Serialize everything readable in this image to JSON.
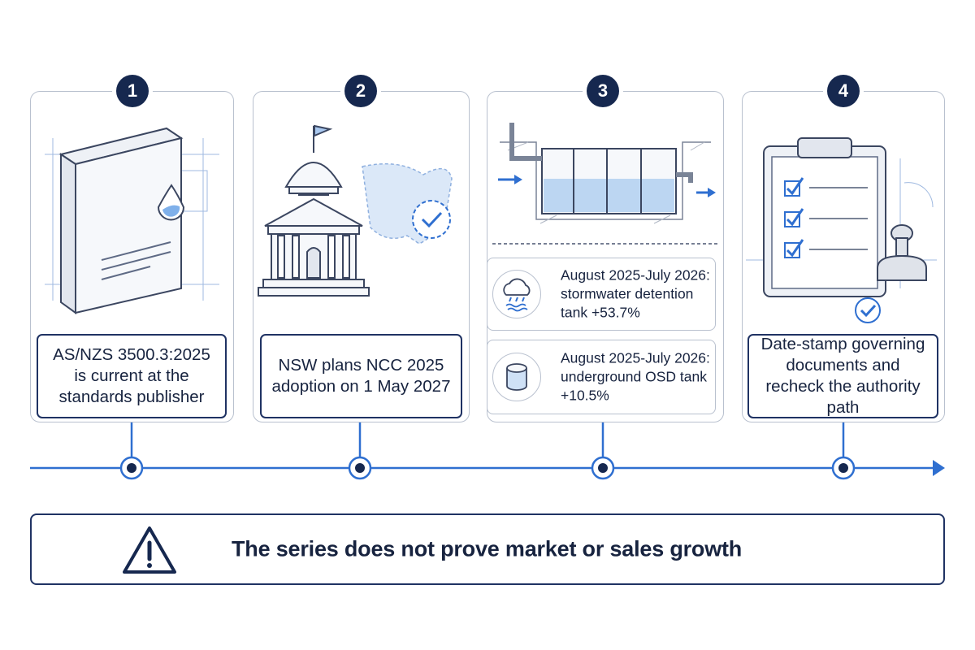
{
  "steps": [
    {
      "number": "1",
      "caption": "AS/NZS 3500.3:2025 is current at the standards publisher",
      "icon": "standards-book-icon"
    },
    {
      "number": "2",
      "caption": "NSW plans NCC 2025 adoption on 1 May 2027",
      "icon": "government-building-icon"
    },
    {
      "number": "3",
      "icon": "detention-tank-icon",
      "stats": [
        {
          "text": "August 2025-July 2026: stormwater detention tank +53.7%",
          "icon": "rain-cloud-icon"
        },
        {
          "text": "August 2025-July 2026: underground OSD tank +10.5%",
          "icon": "cylinder-tank-icon"
        }
      ]
    },
    {
      "number": "4",
      "caption": "Date-stamp governing documents and recheck the authority path",
      "icon": "clipboard-checklist-icon"
    }
  ],
  "warning": {
    "text": "The series does not prove market or sales growth",
    "icon": "warning-icon"
  },
  "colors": {
    "navy": "#16284f",
    "accent": "#2f6fd0",
    "border": "#b9c1cf",
    "water": "#bcd6f2"
  }
}
